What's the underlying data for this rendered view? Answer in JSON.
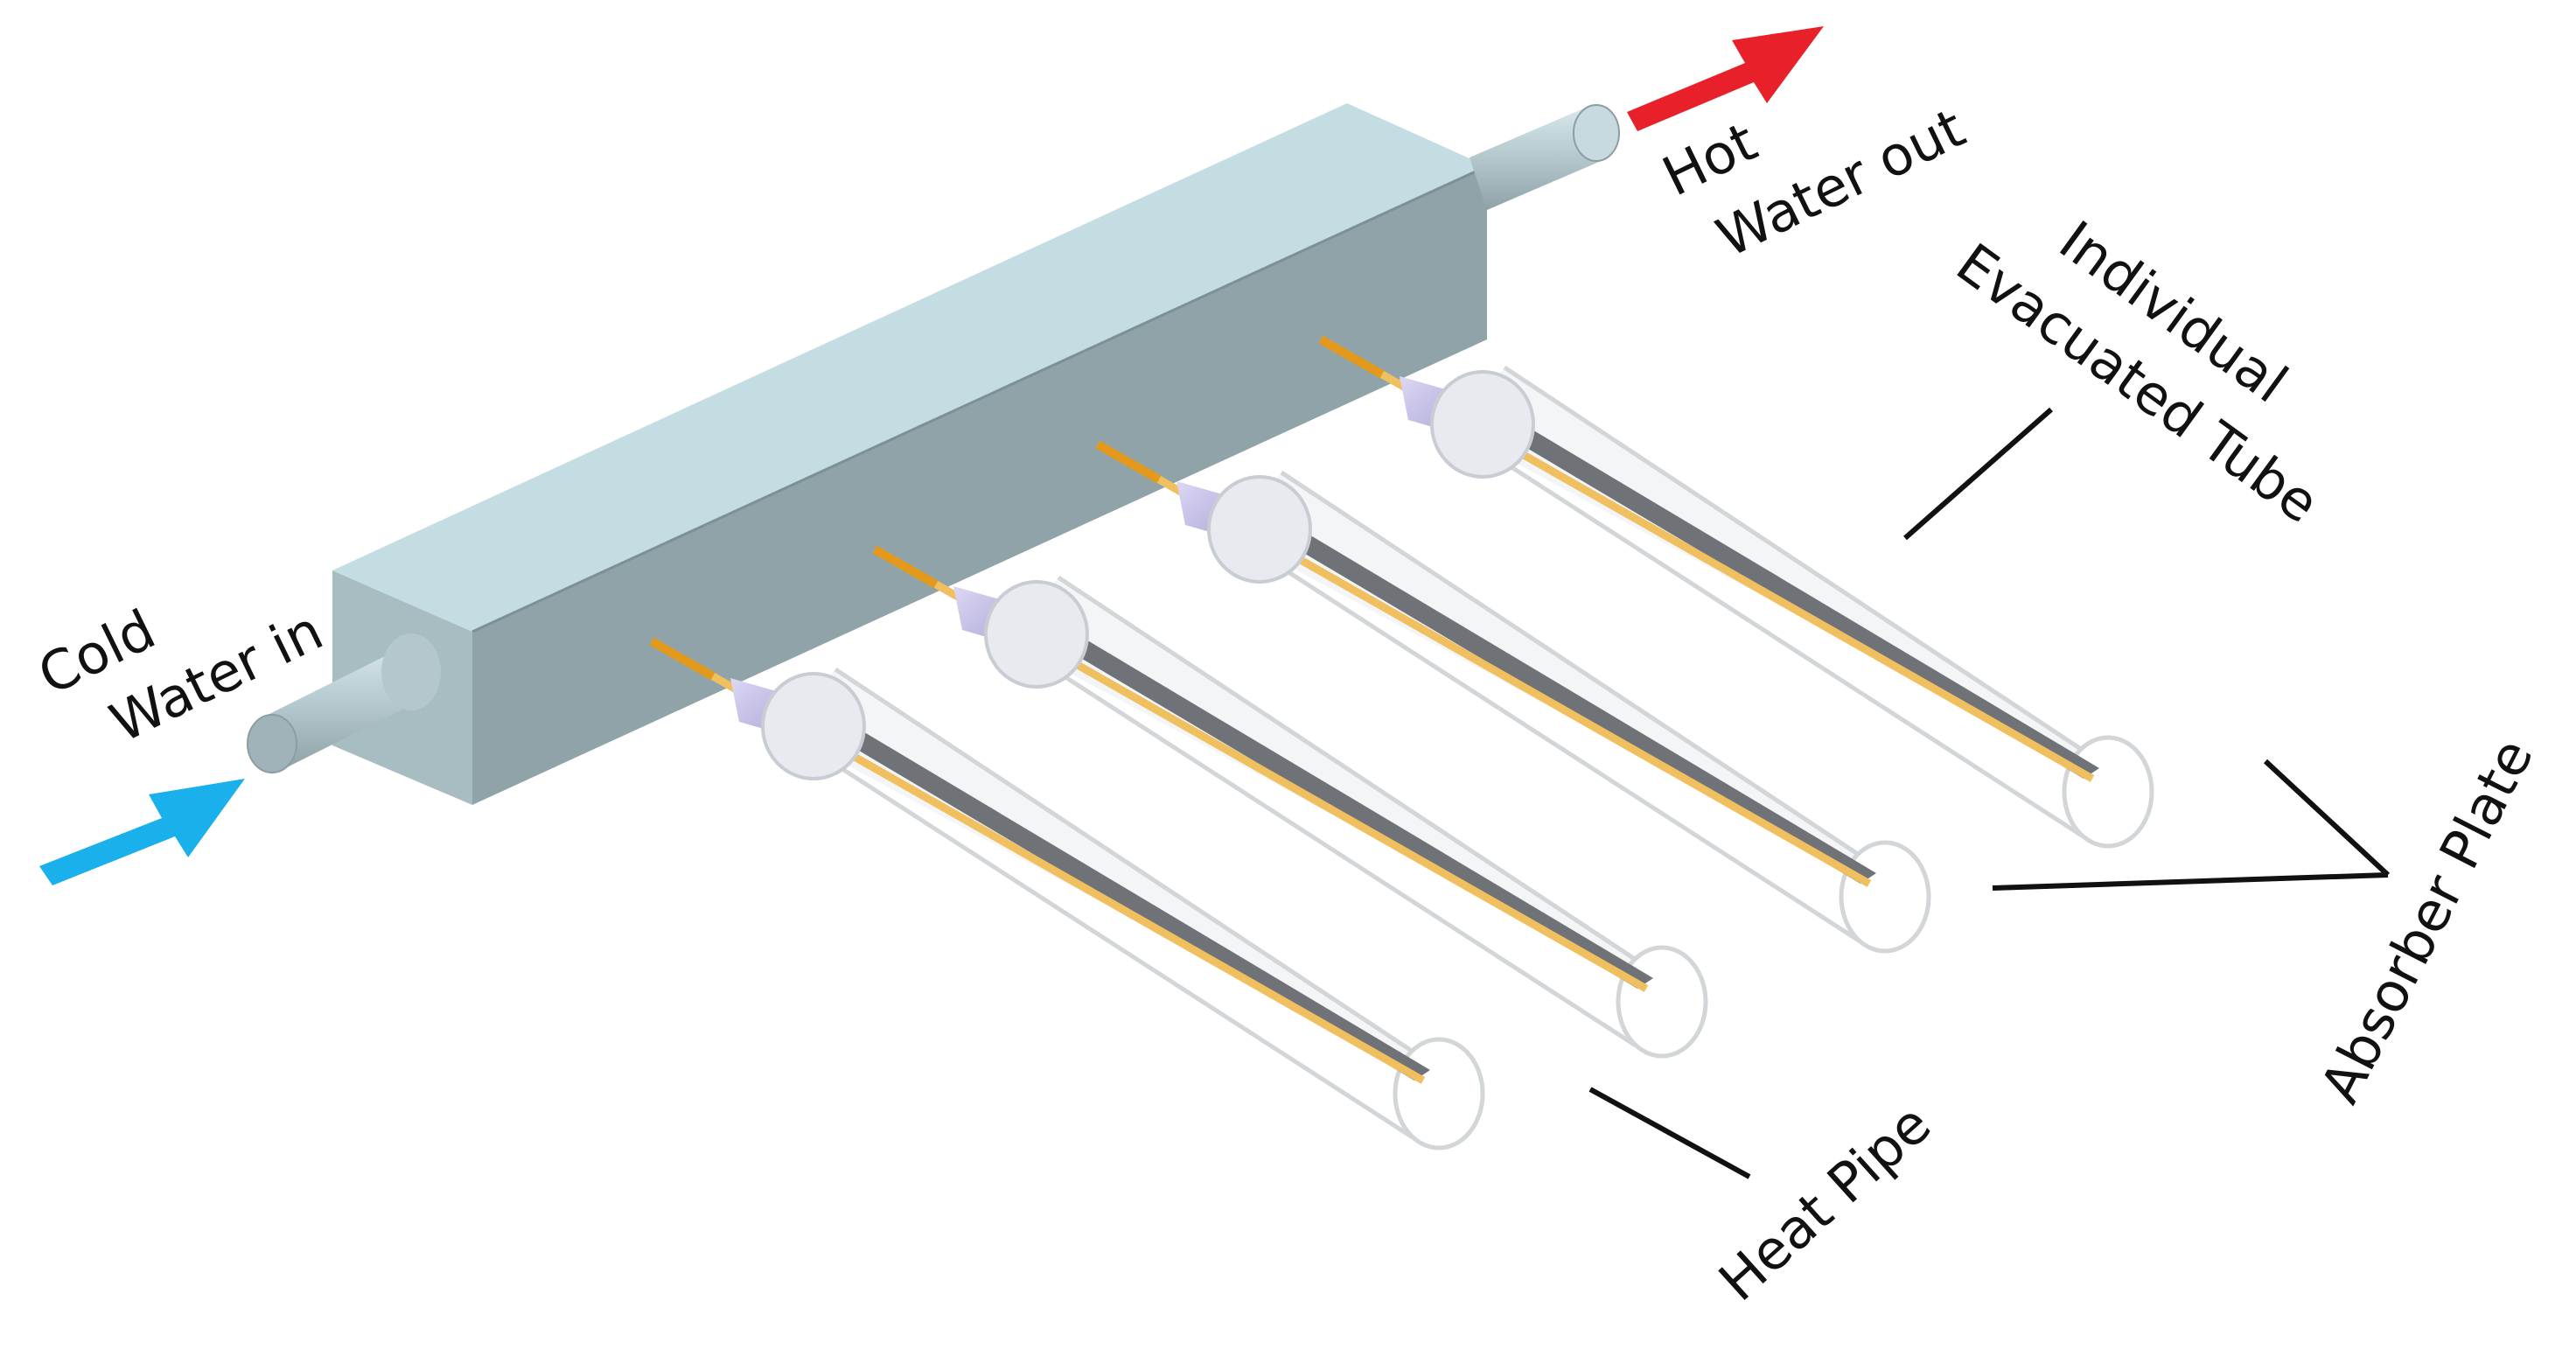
{
  "labels": {
    "cold_line1": "Cold",
    "cold_line2": "Water in",
    "hot_line1": "Hot",
    "hot_line2": "Water out",
    "evac_line1": "Individual",
    "evac_line2": "Evacuated Tube",
    "absorber": "Absorber Plate",
    "heat_pipe": "Heat Pipe"
  },
  "colors": {
    "cold_arrow": "#1ab0ec",
    "hot_arrow": "#e8202a",
    "manifold_top": "#c4dde3",
    "manifold_front": "#8fa3a8",
    "manifold_end": "#a8bdc2",
    "pipe": "#b3c7cc",
    "glass_outline": "#d2d6d8",
    "absorber_plate": "#6f7378",
    "heat_pipe": "#f0c060",
    "heat_pipe_tip": "#e39a1c",
    "connector": "#c7c2e6",
    "leader_line": "#111111"
  },
  "tube_count": 4
}
